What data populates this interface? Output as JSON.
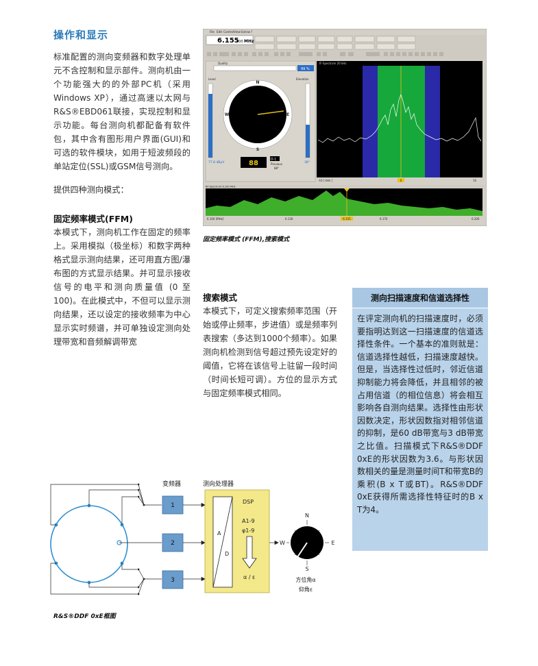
{
  "left": {
    "title": "操作和显示",
    "p1": "标准配置的测向变频器和数字处理单元不含控制和显示部件。测向机由一个功能强大的的外部PC机（采用Windows XP），通过高速以太网与R&S®EBD061联接，实现控制和显示功能。每台测向机都配备有软件包，其中含有图形用户界面(GUI)和可选的软件模块，如用于短波频段的单站定位(SSL)或GSM信号测向。",
    "p2": "提供四种测向模式：",
    "ffm_title": "固定频率模式(FFM)",
    "ffm_body": "本模式下，测向机工作在固定的频率上。采用模拟（极坐标）和数字两种格式显示测向结果，还可用直方图/瀑布图的方式显示结果。并可显示接收信号的电平和测向质量值 (0 至100)。在此模式中，不但可以显示测向结果，还以设定的接收频率为中心显示实时频谱，并可单独设定测向处理带宽和音频解调带宽"
  },
  "screenshot": {
    "caption": "固定频率模式 (FFM),搜索模式",
    "menu": [
      "File",
      "Edit",
      "Control",
      "View",
      "Extras",
      "?"
    ],
    "freq_value": "6.155",
    "freq_suffix": "000",
    "freq_unit": "MHz",
    "quality_label": "Quality",
    "quality_pct": "99 %",
    "level_label": "Level",
    "elevation_label": "Elevation",
    "level_value": "77.8 dBµV",
    "elev_value": "38°",
    "bearing_value": "88",
    "prev_label": "Previous",
    "prev_value": "88°",
    "badge": "D-1",
    "spectrum_title": "IF-Spectrum 20 kHz",
    "axis_left": "-10 [ kHz ]",
    "axis_center": "0",
    "axis_right": "10",
    "pano_title": "RF-Spectrum 6.100 MHz",
    "pano_start": "6.100 [MHz]",
    "pano_t1": "6.130",
    "pano_t2": "6.155",
    "pano_t3": "6.170",
    "pano_end": "6.200",
    "compass": {
      "N": "N",
      "E": "E",
      "S": "S",
      "W": "W"
    },
    "colors": {
      "bg": "#d4d0c8",
      "spec_bg": "#000000",
      "band_blue": "#2a2aa8",
      "band_green": "#17a83b",
      "trace": "#ffffff",
      "pano_fill": "#3fae2a"
    }
  },
  "search": {
    "title": "搜索模式",
    "body": "本模式下，可定义搜索频率范围（开始或停止频率，步进值）或是频率列表搜索（多达到1000个频率）。如果测向机检测到信号超过预先设定好的阈值，它将在该信号上驻留一段时间（时间长短可调）。方位的显示方式与固定频率模式相同。"
  },
  "box": {
    "title": "测向扫描速度和信道选择性",
    "body": "在评定测向机的扫描速度时，必须要指明达到这一扫描速度的信道选择性条件。一个基本的准则就是：信道选择性越低，扫描速度越快。但是，当选择性过低时，邻近信道抑制能力将会降低，并且相邻的被占用信道（的相位信息）将会相互影响各自测向结果。选择性由形状因数决定，形状因数指对相邻信道的抑制，是60 dB带宽与3 dB带宽之比值。扫描模式下R&S®DDF 0xE的形状因数为3.6。与形状因数相关的量是测量时间T和带宽B的乘积(B x T或BT)。R&S®DDF 0xE获得所需选择性特征时的B x T为4。"
  },
  "diagram": {
    "caption": "R&S®DDF 0xE框图",
    "converter_label": "变频器",
    "processor_label": "测向处理器",
    "ch1": "1",
    "ch2": "2",
    "ch3": "3",
    "dsp": "DSP",
    "a_label": "A",
    "d_label": "D",
    "a19": "A1-9",
    "phi19": "φ1-9",
    "alpha_eps": "α / ε",
    "n": "N",
    "e": "E",
    "s": "S",
    "w": "W",
    "azimuth": "方位角α",
    "elevation": "仰角ε",
    "colors": {
      "converter": "#6a9ccc",
      "processor": "#f3e88a",
      "antenna": "#2e8fcf"
    }
  }
}
